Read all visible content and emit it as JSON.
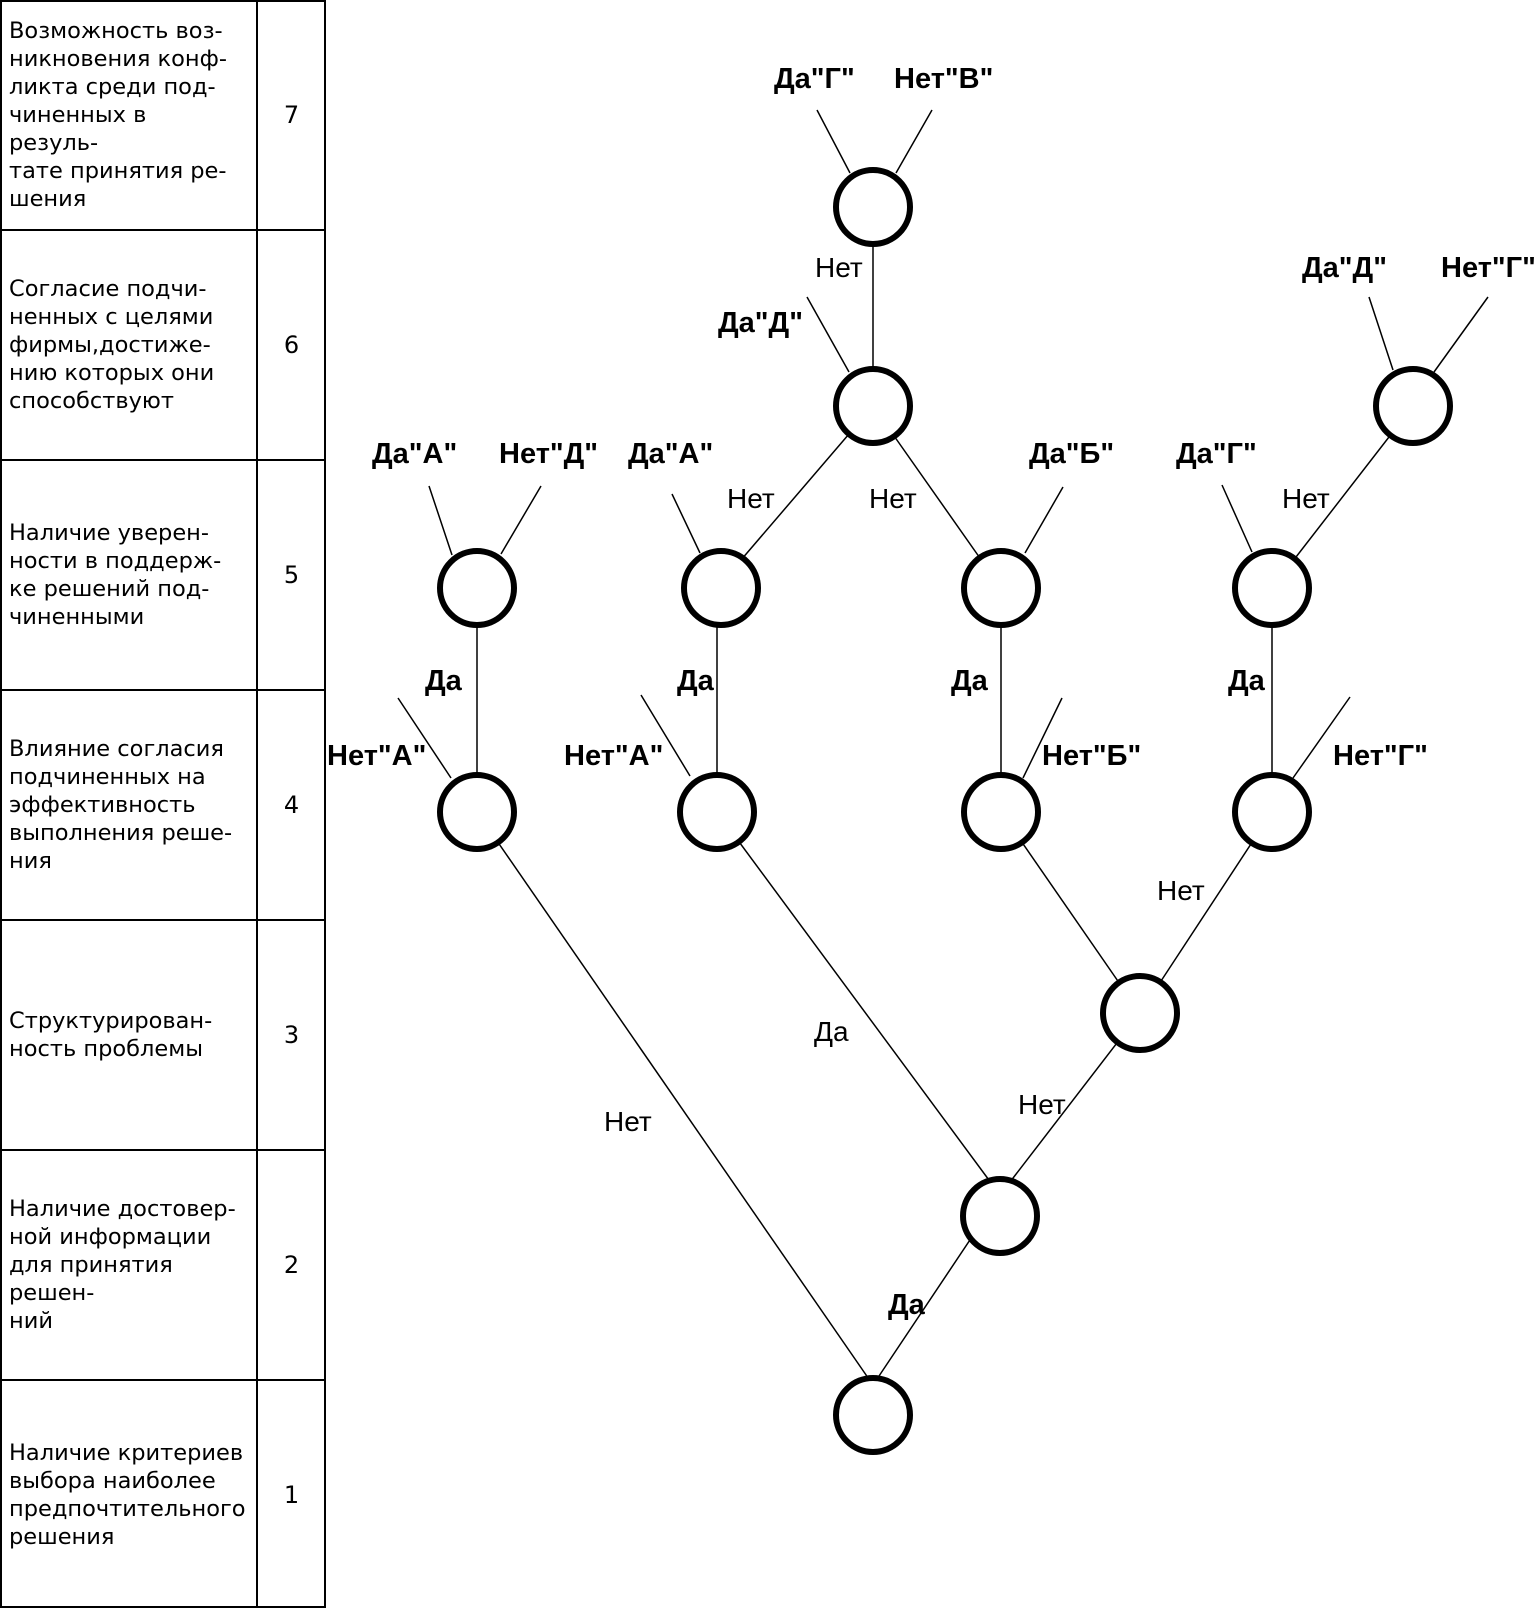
{
  "criteria": [
    {
      "number": "7",
      "text": "Возможность воз-\nникновения конф-\nликта среди под-\nчиненных в резуль-\nтате принятия ре-\nшения"
    },
    {
      "number": "6",
      "text": "Согласие подчи-\nненных с  целями\nфирмы,достиже-\nнию которых они\nспособствуют"
    },
    {
      "number": "5",
      "text": "Наличие уверен-\nности в поддерж-\nке решений под-\nчиненными"
    },
    {
      "number": "4",
      "text": "Влияние согласия\nподчиненных на\nэффективность\nвыполнения реше-\nния"
    },
    {
      "number": "3",
      "text": "Структурирован-\nность проблемы"
    },
    {
      "number": "2",
      "text": "Наличие достовер-\nной информации\nдля принятия решен-\nний"
    },
    {
      "number": "1",
      "text": "Наличие критериев\nвыбора наиболее\nпредпочтительного\nрешения"
    }
  ],
  "tree_labels": {
    "n7_yes": "Да\"Г\"",
    "n7_no": "Нет\"В\"",
    "n6top_no": "Нет",
    "n6top_yes": "Да\"Д\"",
    "n6right_yes": "Да\"Д\"",
    "n6right_no": "Нет\"Г\"",
    "a5_yes": "Да\"А\"",
    "a5_no": "Нет\"Д\"",
    "b5_yes": "Да\"А\"",
    "b5_no": "Нет",
    "c5_no": "Нет",
    "c5_yes": "Да\"Б\"",
    "d5_yes": "Да\"Г\"",
    "d5_no": "Нет",
    "a4_yes": "Да",
    "a4_no": "Нет\"А\"",
    "b4_yes": "Да",
    "b4_no": "Нет\"А\"",
    "c4_yes": "Да",
    "c4_no": "Нет\"Б\"",
    "d4_yes": "Да",
    "d4_no": "Нет\"Г\"",
    "n3_no": "Нет",
    "n2_yes": "Да",
    "n2_no": "Нет",
    "n1_yes": "Да",
    "n1_no": "Нет"
  }
}
